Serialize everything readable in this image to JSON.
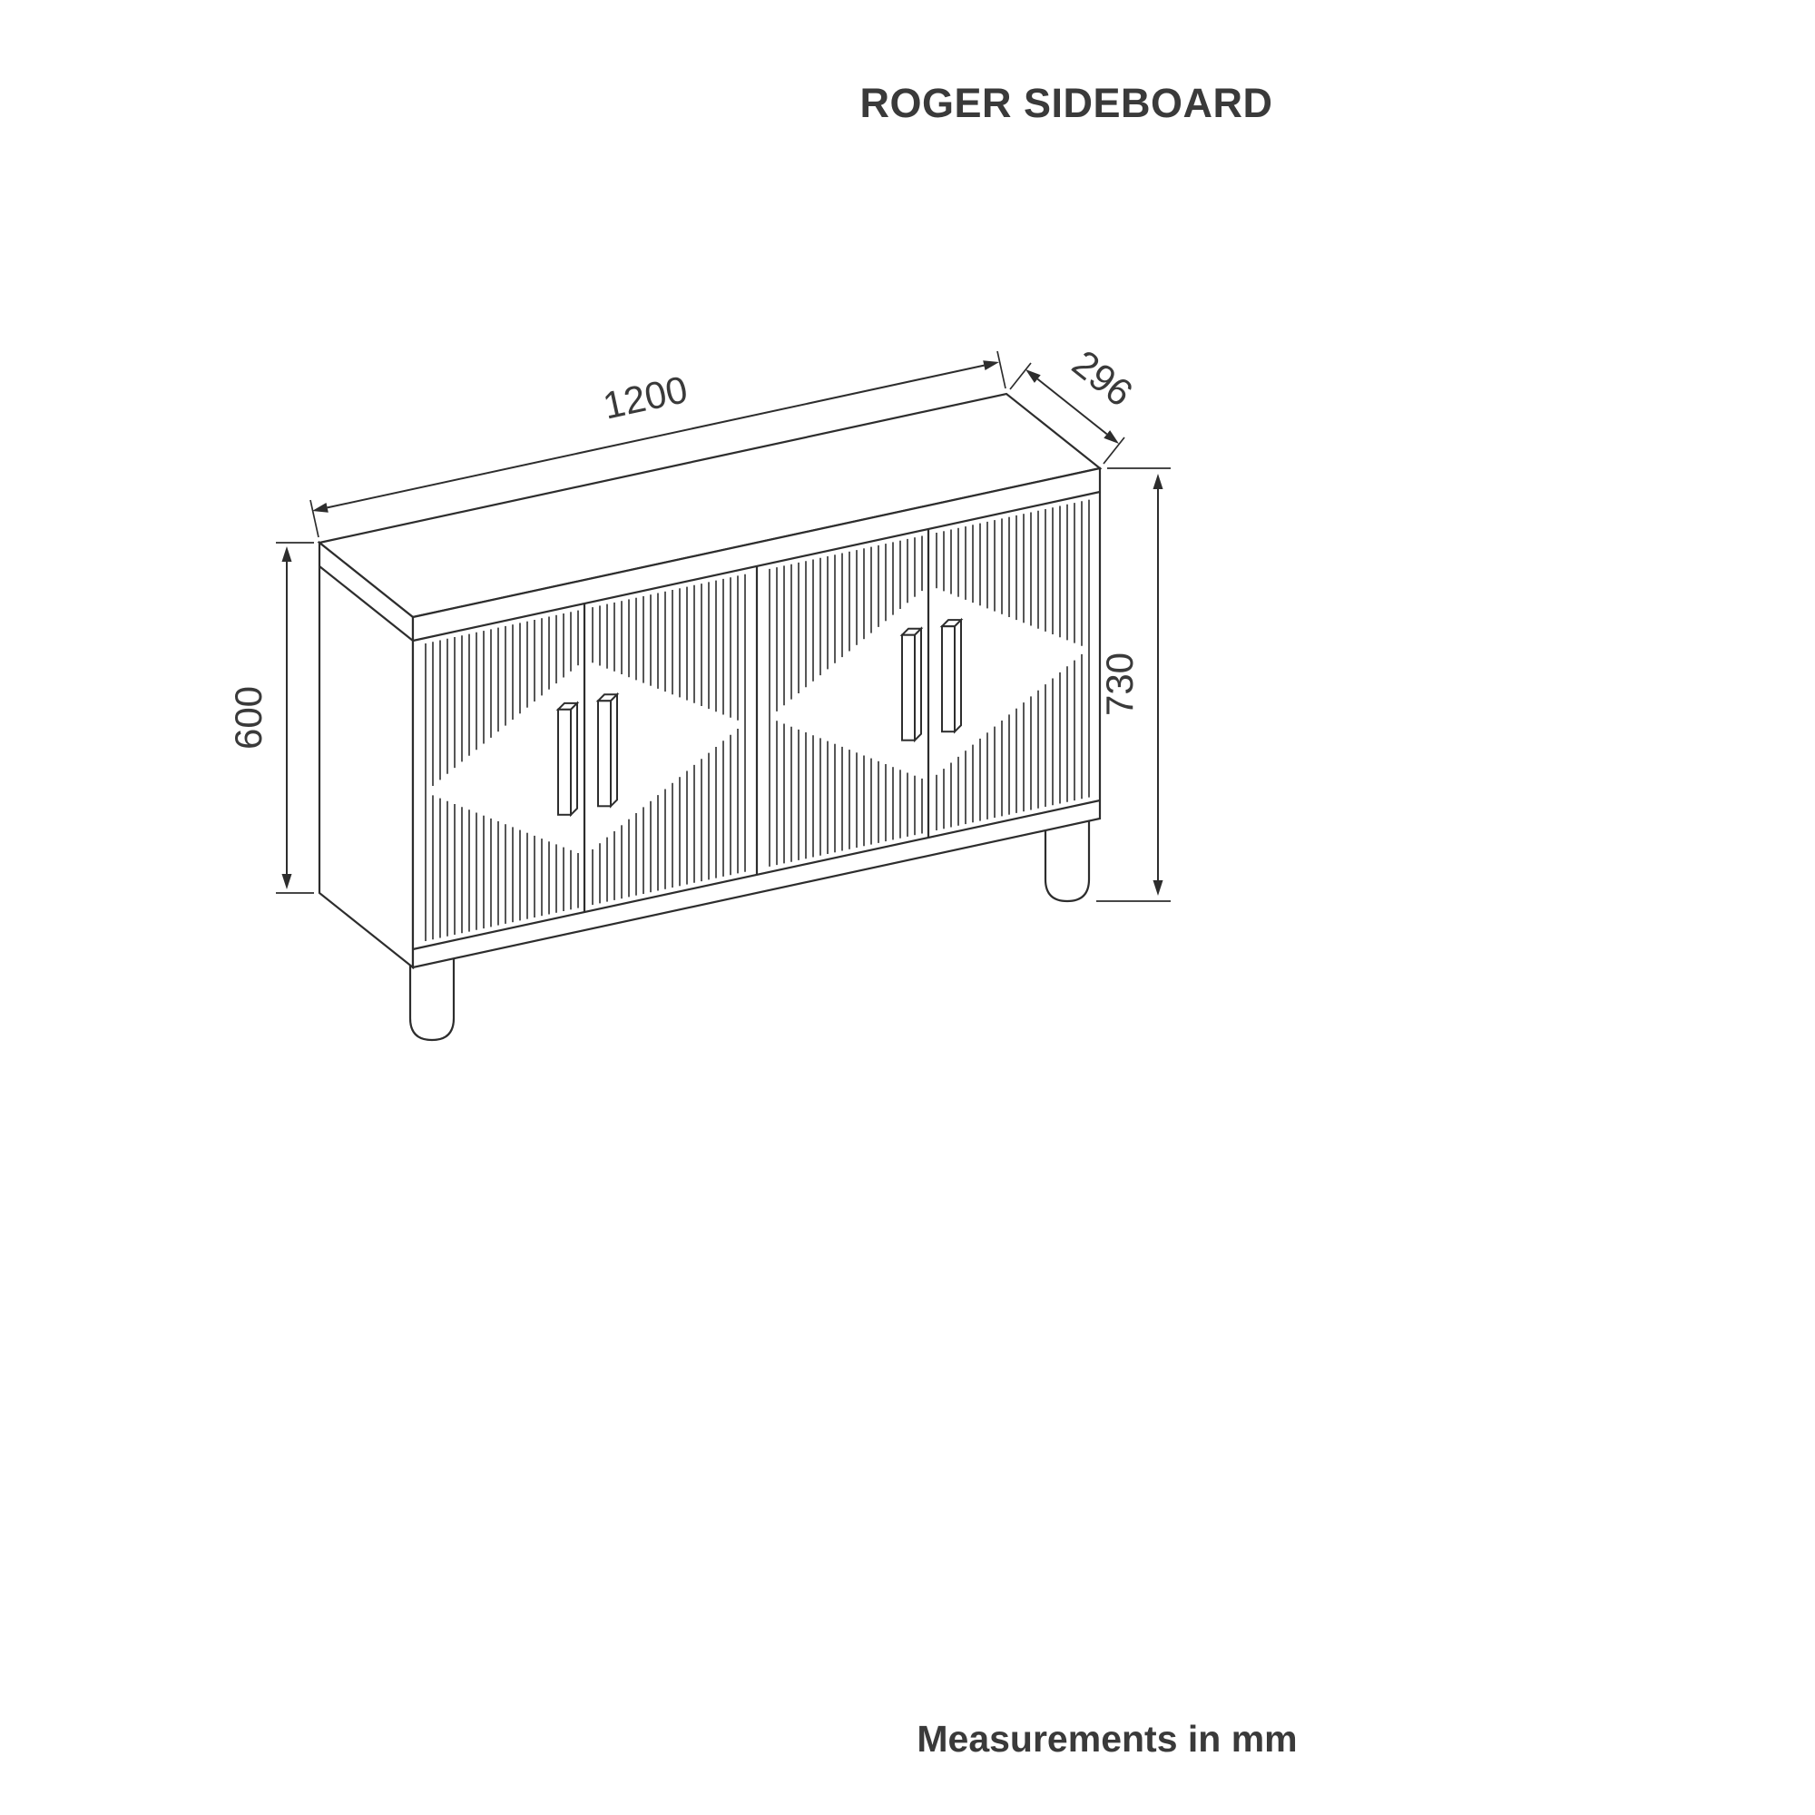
{
  "title": "ROGER SIDEBOARD",
  "units_note": "Measurements in mm",
  "dimensions": {
    "width_mm": "1200",
    "depth_mm": "296",
    "carcass_height_mm": "600",
    "overall_height_mm": "730"
  }
}
